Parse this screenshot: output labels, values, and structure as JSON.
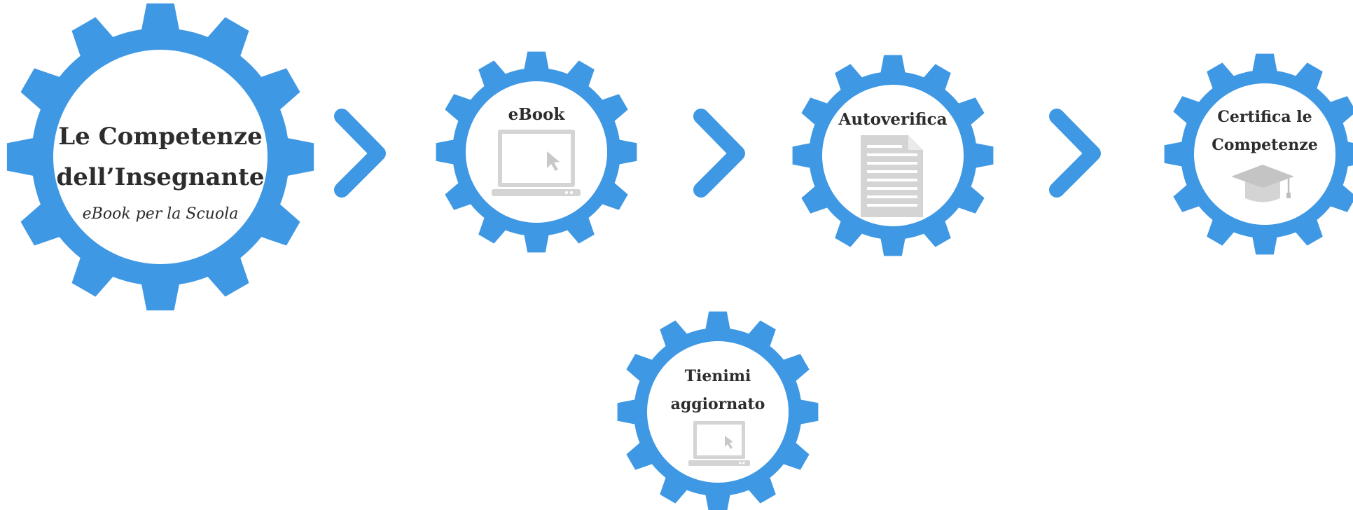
{
  "colors": {
    "gear": "#3f98e3",
    "text": "#2d2d2d",
    "icon": "#d4d4d4",
    "icon_dark": "#bdbdbd",
    "background": "#ffffff"
  },
  "main": {
    "title_line1": "Le Competenze",
    "title_line2": "dell’Insegnante",
    "subtitle": "eBook per la Scuola"
  },
  "steps": [
    {
      "title": "eBook",
      "icon": "laptop-icon"
    },
    {
      "title": "Autoverifica",
      "icon": "document-icon"
    },
    {
      "title_line1": "Certifica le",
      "title_line2": "Competenze",
      "icon": "graduation-cap-icon"
    },
    {
      "title_line1": "Tienimi",
      "title_line2": "aggiornato",
      "icon": "laptop-icon"
    }
  ],
  "arrows": [
    {
      "icon": "chevron-right-icon"
    },
    {
      "icon": "chevron-right-icon"
    },
    {
      "icon": "chevron-right-icon"
    }
  ]
}
